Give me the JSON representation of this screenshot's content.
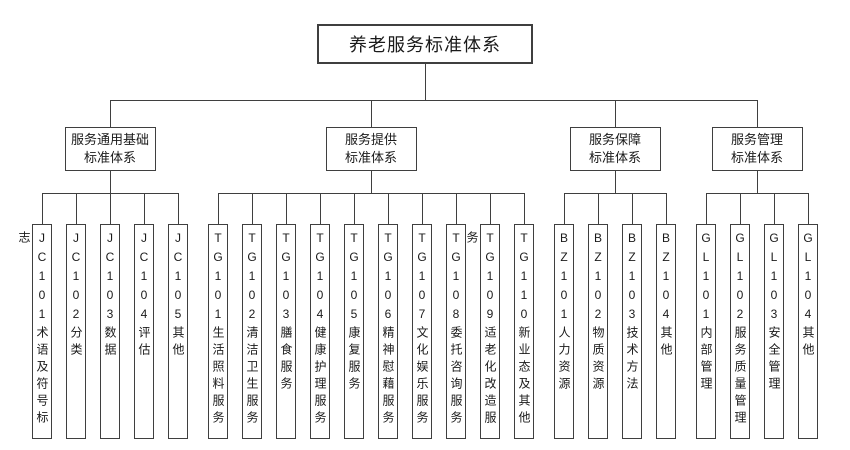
{
  "colors": {
    "line": "#3f3f3f",
    "text": "#1a1a1a",
    "background": "#ffffff"
  },
  "root": {
    "title": "养老服务标准体系"
  },
  "branches": [
    {
      "label_line1": "服务通用基础",
      "label_line2": "标准体系",
      "children": [
        {
          "code": "JC101",
          "name": "术语及符号标志"
        },
        {
          "code": "JC102",
          "name": "分类"
        },
        {
          "code": "JC103",
          "name": "数据"
        },
        {
          "code": "JC104",
          "name": "评估"
        },
        {
          "code": "JC105",
          "name": "其他"
        }
      ]
    },
    {
      "label_line1": "服务提供",
      "label_line2": "标准体系",
      "children": [
        {
          "code": "TG101",
          "name": "生活照料服务"
        },
        {
          "code": "TG102",
          "name": "清洁卫生服务"
        },
        {
          "code": "TG103",
          "name": "膳食服务"
        },
        {
          "code": "TG104",
          "name": "健康护理服务"
        },
        {
          "code": "TG105",
          "name": "康复服务"
        },
        {
          "code": "TG106",
          "name": "精神慰藉服务"
        },
        {
          "code": "TG107",
          "name": "文化娱乐服务"
        },
        {
          "code": "TG108",
          "name": "委托咨询服务"
        },
        {
          "code": "TG109",
          "name": "适老化改造服务"
        },
        {
          "code": "TG110",
          "name": "新业态及其他"
        }
      ]
    },
    {
      "label_line1": "服务保障",
      "label_line2": "标准体系",
      "children": [
        {
          "code": "BZ101",
          "name": "人力资源"
        },
        {
          "code": "BZ102",
          "name": "物质资源"
        },
        {
          "code": "BZ103",
          "name": "技术方法"
        },
        {
          "code": "BZ104",
          "name": "其他"
        }
      ]
    },
    {
      "label_line1": "服务管理",
      "label_line2": "标准体系",
      "children": [
        {
          "code": "GL101",
          "name": "内部管理"
        },
        {
          "code": "GL102",
          "name": "服务质量管理"
        },
        {
          "code": "GL103",
          "name": "安全管理"
        },
        {
          "code": "GL104",
          "name": "其他"
        }
      ]
    }
  ]
}
